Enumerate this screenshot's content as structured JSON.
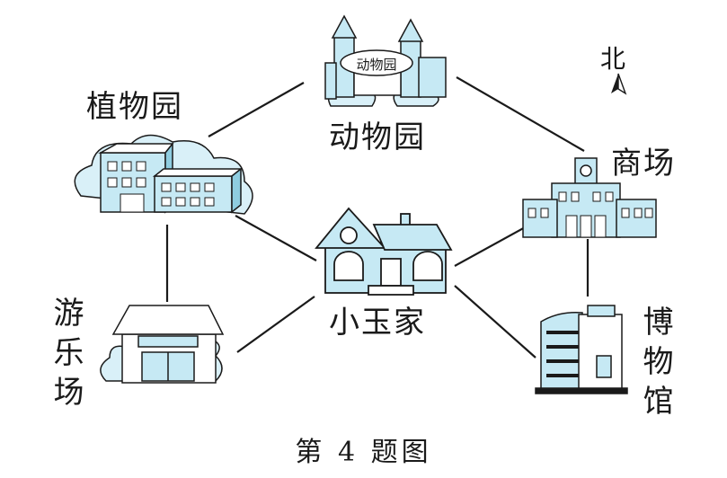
{
  "compass": {
    "label": "北",
    "icon": "north-arrow-icon"
  },
  "places": {
    "zoo": {
      "label": "动物园",
      "sign": "动物园"
    },
    "botanical": {
      "label": "植物园"
    },
    "mall": {
      "label": "商场"
    },
    "home": {
      "label": "小玉家"
    },
    "amusement": {
      "label": "游乐场"
    },
    "museum": {
      "label": "博物馆"
    }
  },
  "caption": "第 4 题图",
  "colors": {
    "building_fill": "#c6e9f4",
    "line": "#1a1a1a",
    "cloud": "#d9f0f8"
  }
}
